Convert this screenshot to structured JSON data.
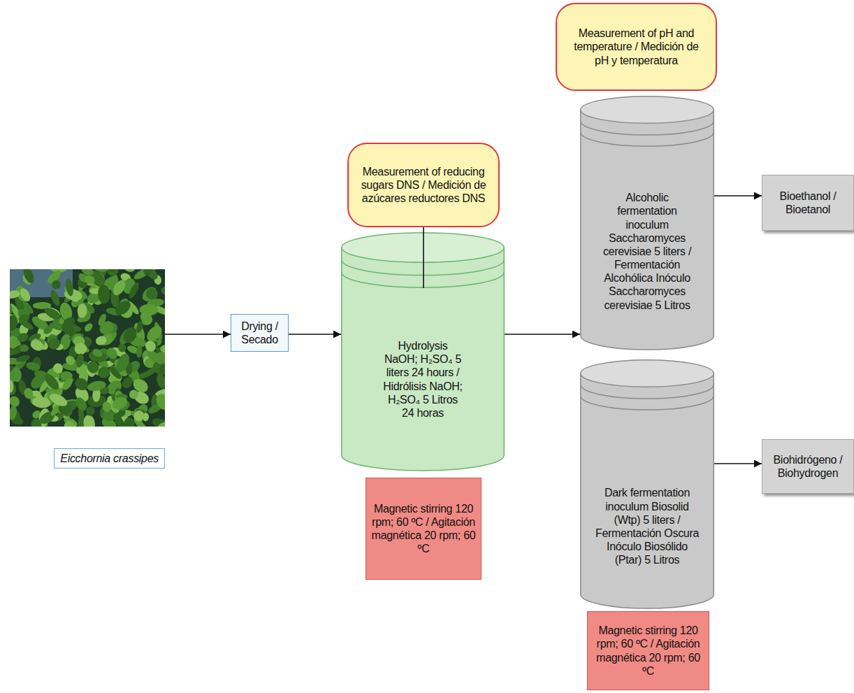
{
  "diagram": {
    "nodes": [
      {
        "text": [
          "Eicchornia crassipes"
        ]
      },
      {
        "text": [
          "Drying / Secado"
        ]
      },
      {
        "text": [
          "Measurement of reducing sugars DNS / Medición de azúcares reductores DNS"
        ]
      },
      {
        "text": [
          "Hydrolysis NaOH; H₂SO₄ 5 liters 24 hours / Hidrólisis NaOH; H₂SO₄ 5 Litros 24 horas"
        ]
      },
      {
        "text": [
          "Magnetic stirring 120 rpm; 60 ºC / Agitación magnética 20 rpm; 60 ºC"
        ]
      },
      {
        "text": [
          "Measurement of pH and temperature / Medición de pH y temperatura"
        ]
      },
      {
        "text": [
          "Alcoholic fermentation inoculum Saccharomyces cerevisiae 5 liters / Fermentación Alcohólica Inóculo Saccharomyces cerevisiae 5 Litros"
        ]
      },
      {
        "text": [
          "Dark fermentation inoculum Biosolid (Wtp) 5 liters / Fermentación Oscura Inóculo Biosólido (Ptar) 5 Litros"
        ]
      },
      {
        "text": [
          "Magnetic stirring 120 rpm; 60 ºC / Agitación magnética 20 rpm; 60 ºC"
        ]
      },
      {
        "text": [
          "Bioethanol / Bioetanol"
        ]
      },
      {
        "text": [
          "Biohidrógeno / Biohydrogen"
        ]
      }
    ],
    "edges": [
      {
        "from": 0,
        "to": 1,
        "arrow": "to"
      },
      {
        "from": 1,
        "to": 3,
        "arrow": "to"
      },
      {
        "from": 2,
        "to": 3,
        "arrow": "none"
      },
      {
        "from": 3,
        "to": 6,
        "arrow": "to"
      },
      {
        "from": 6,
        "to": 9,
        "arrow": "to"
      },
      {
        "from": 7,
        "to": 10,
        "arrow": "to"
      }
    ]
  }
}
